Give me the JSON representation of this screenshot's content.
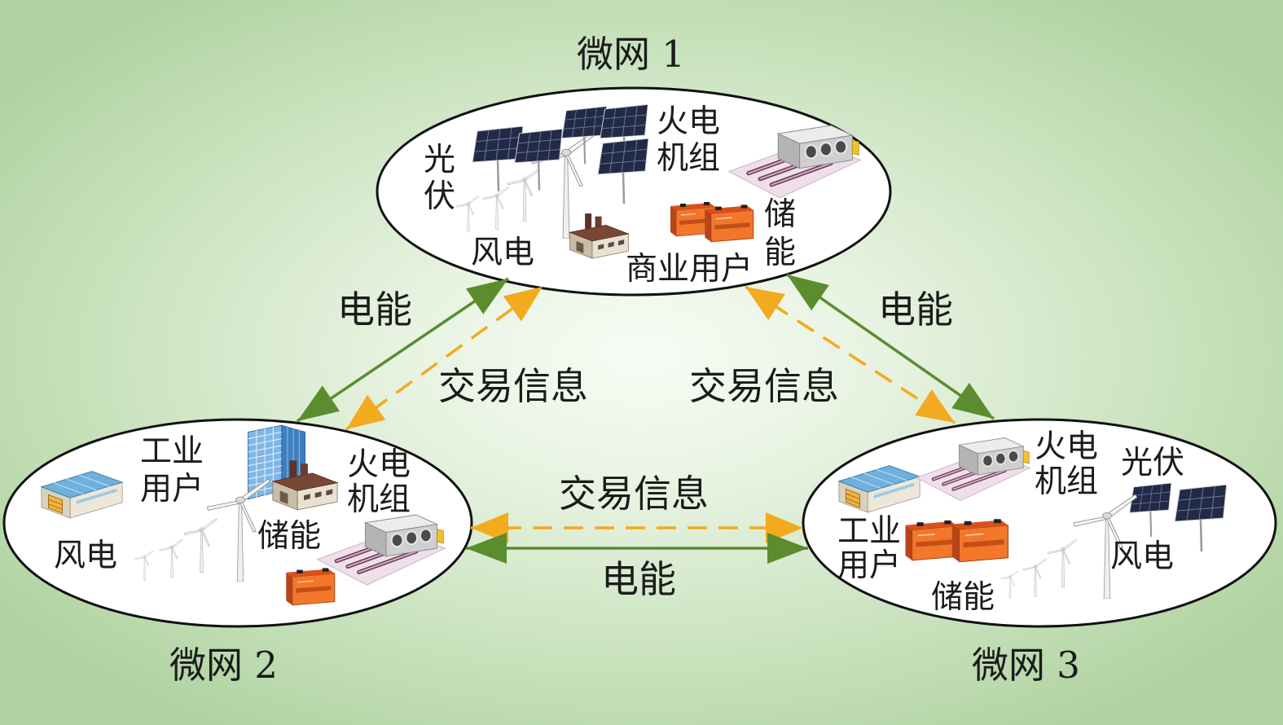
{
  "colors": {
    "background_center": "#f8fcf5",
    "background_edge": "#afd2a0",
    "energy_arrow": "#5b8c2e",
    "info_arrow": "#f2aa1f",
    "microgrid_outline": "#111111"
  },
  "icon_names": {
    "pv": "solar-panel-icon",
    "wind": "wind-turbine-icon",
    "thermal": "thermal-generator-icon",
    "storage": "battery-icon",
    "commercial_user": "commercial-building-icon",
    "industrial_user": "industrial-building-icon",
    "office": "office-tower-icon"
  },
  "microgrids": [
    {
      "title": "微网 1",
      "pv": [
        "光",
        "伏"
      ],
      "wind": [
        "风电"
      ],
      "thermal": [
        "火电",
        "机组"
      ],
      "storage": [
        "储",
        "能"
      ],
      "user": [
        "商业用户"
      ]
    },
    {
      "title": "微网 2",
      "user": [
        "工业",
        "用户"
      ],
      "wind": [
        "风电"
      ],
      "thermal": [
        "火电",
        "机组"
      ],
      "storage": [
        "储能"
      ]
    },
    {
      "title": "微网 3",
      "thermal": [
        "火电",
        "机组"
      ],
      "pv": [
        "光伏"
      ],
      "user": [
        "工业",
        "用户"
      ],
      "storage": [
        "储能"
      ],
      "wind": [
        "风电"
      ]
    }
  ],
  "links": {
    "mg1_mg2": {
      "energy": "电能",
      "info": "交易信息"
    },
    "mg1_mg3": {
      "energy": "电能",
      "info": "交易信息"
    },
    "mg2_mg3": {
      "energy": "电能",
      "info": "交易信息"
    }
  }
}
